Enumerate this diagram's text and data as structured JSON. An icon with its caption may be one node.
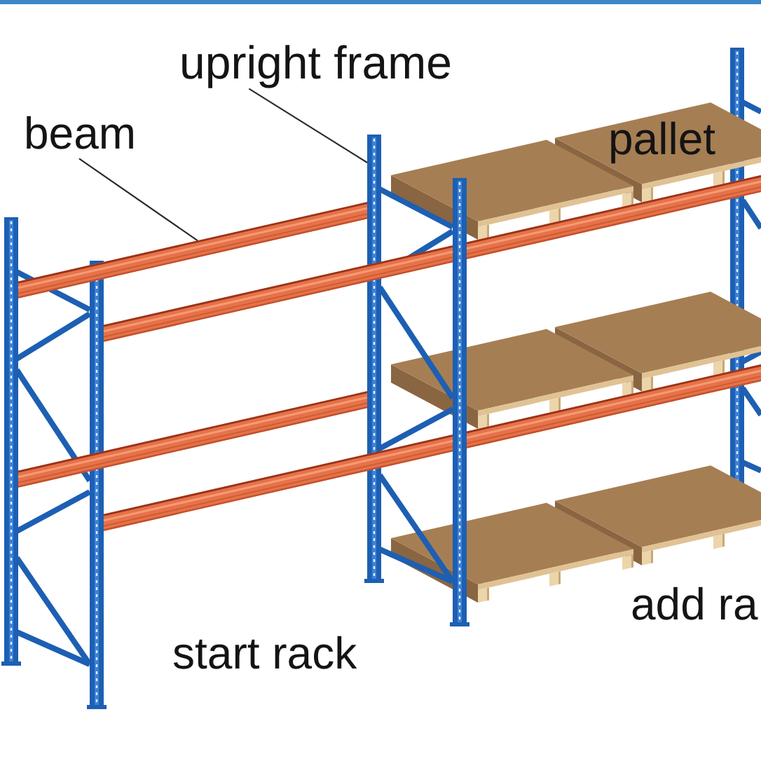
{
  "diagram": {
    "nodes": [
      {
        "text": [
          "upright frame"
        ]
      },
      {
        "text": [
          "beam"
        ]
      },
      {
        "text": [],
        "shape": "picture"
      },
      {
        "text": [],
        "shape": "picture"
      },
      {
        "text": [],
        "shape": "bar"
      },
      {
        "text": [],
        "shape": "bar"
      },
      {
        "text": [],
        "shape": "bar"
      },
      {
        "text": [],
        "shape": "bar"
      },
      {
        "text": [],
        "shape": "bar"
      },
      {
        "text": [],
        "shape": "bar"
      },
      {
        "text": [],
        "shape": "box"
      },
      {
        "text": [],
        "shape": "box"
      },
      {
        "text": [],
        "shape": "box"
      },
      {
        "text": [],
        "shape": "box"
      },
      {
        "text": [],
        "shape": "box"
      },
      {
        "text": [],
        "shape": "box"
      }
    ],
    "edges": [
      {
        "from": 0,
        "to": 3,
        "arrow": "none"
      },
      {
        "from": 1,
        "to": 4,
        "arrow": "none"
      }
    ],
    "labels": [
      "pallet",
      "add ra",
      "start rack"
    ]
  }
}
